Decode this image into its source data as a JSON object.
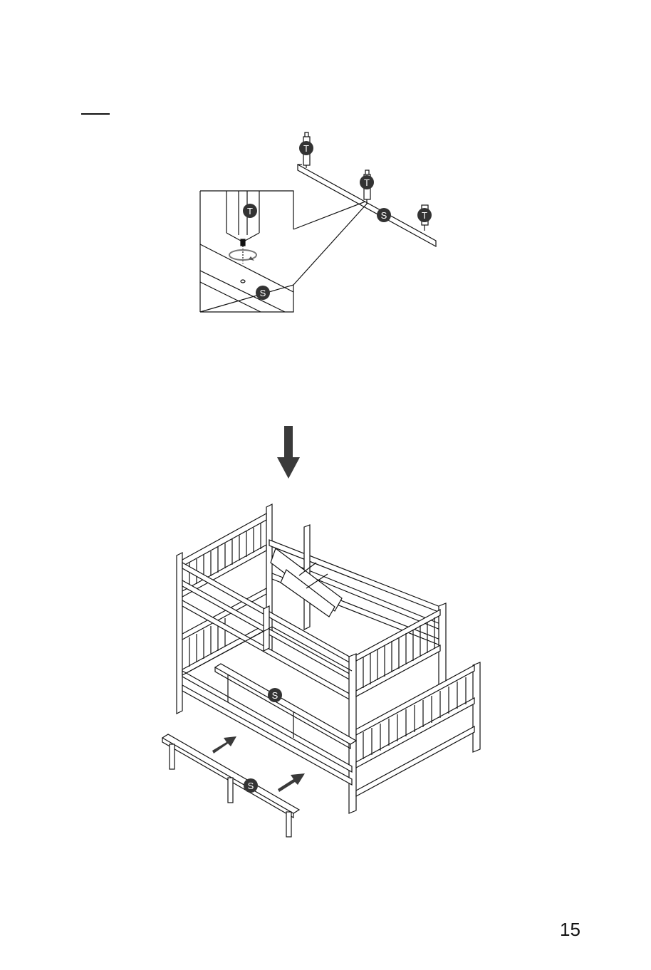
{
  "page": {
    "number": "15"
  },
  "parts": {
    "leg_label": "T",
    "slat_label": "S"
  },
  "icons": {
    "rotation": "rotate-clockwise-icon",
    "direction": "arrow-down-icon",
    "insert": "insert-arrow-icon"
  },
  "colors": {
    "line": "#111111",
    "badge": "#333333",
    "arrow": "#3a3a3a"
  }
}
